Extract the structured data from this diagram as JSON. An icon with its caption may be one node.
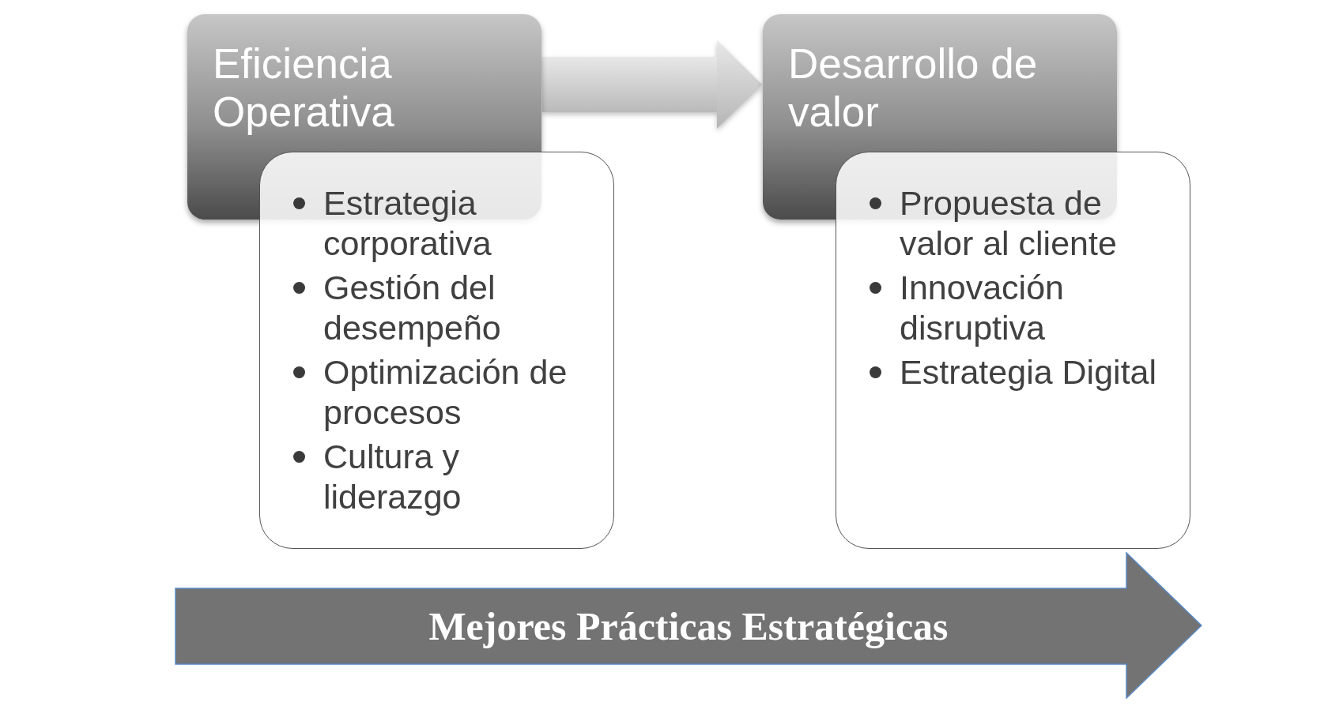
{
  "diagram": {
    "nodes": [
      {
        "text": [
          "Eficiencia Operativa"
        ]
      },
      {
        "text": [
          "Estrategia corporativa",
          "Gestión del desempeño",
          "Optimización de procesos",
          "Cultura y liderazgo"
        ]
      },
      {
        "text": [
          "Desarrollo de valor"
        ]
      },
      {
        "text": [
          "Propuesta de valor al cliente",
          "Innovación disruptiva",
          "Estrategia Digital"
        ]
      },
      {
        "text": [
          "Mejores Prácticas Estratégicas"
        ]
      }
    ],
    "edges": [
      {
        "from": 0,
        "to": 2,
        "arrow": "to"
      }
    ]
  }
}
